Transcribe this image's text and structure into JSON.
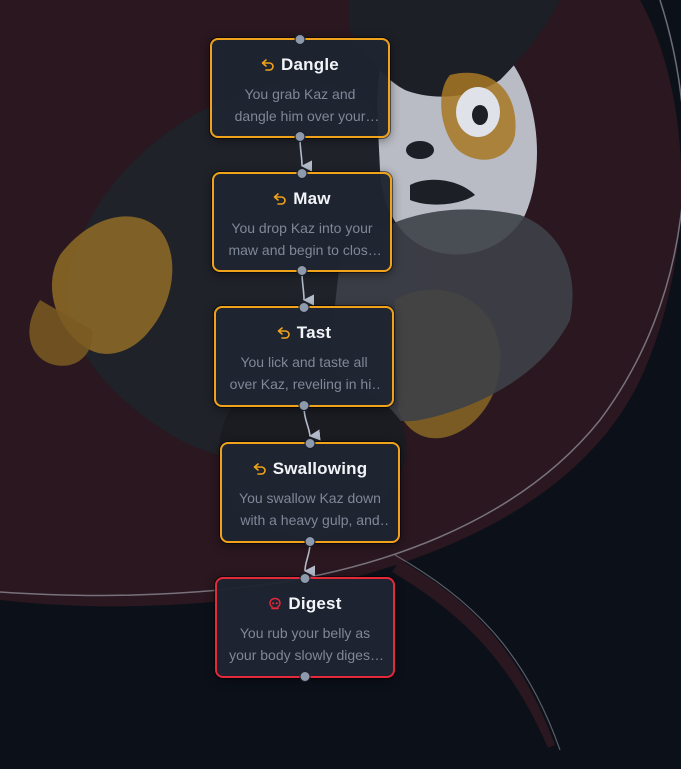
{
  "colors": {
    "canvas": "#0c1019",
    "node_fill": "#1e2431",
    "border_normal": "#f0a21a",
    "border_terminal": "#e3293a",
    "title": "#f2f4f8",
    "description": "#7f8898",
    "edge": "#b3bccb",
    "handle": "#8e99ab"
  },
  "flow": {
    "nodes": [
      {
        "id": "dangle",
        "title": "Dangle",
        "description": "You grab Kaz and dangle him over your maw, watching him squirm...",
        "icon": "undo-arrow-icon",
        "status": "normal"
      },
      {
        "id": "maw",
        "title": "Maw",
        "description": "You drop Kaz into your maw and begin to close your jaws...",
        "icon": "undo-arrow-icon",
        "status": "normal"
      },
      {
        "id": "tast",
        "title": "Tast",
        "description": "You lick and taste all over Kaz, reveling in his flavor...",
        "icon": "undo-arrow-icon",
        "status": "normal"
      },
      {
        "id": "swallowing",
        "title": "Swallowing",
        "description": "You swallow Kaz down with a heavy gulp, and feel him slide down...",
        "icon": "undo-arrow-icon",
        "status": "normal"
      },
      {
        "id": "digest",
        "title": "Digest",
        "description": "You rub your belly as your body slowly digests him...",
        "icon": "skull-icon",
        "status": "terminal"
      }
    ],
    "edges": [
      {
        "from": "dangle",
        "to": "maw"
      },
      {
        "from": "maw",
        "to": "tast"
      },
      {
        "from": "tast",
        "to": "swallowing"
      },
      {
        "from": "swallowing",
        "to": "digest"
      }
    ]
  }
}
